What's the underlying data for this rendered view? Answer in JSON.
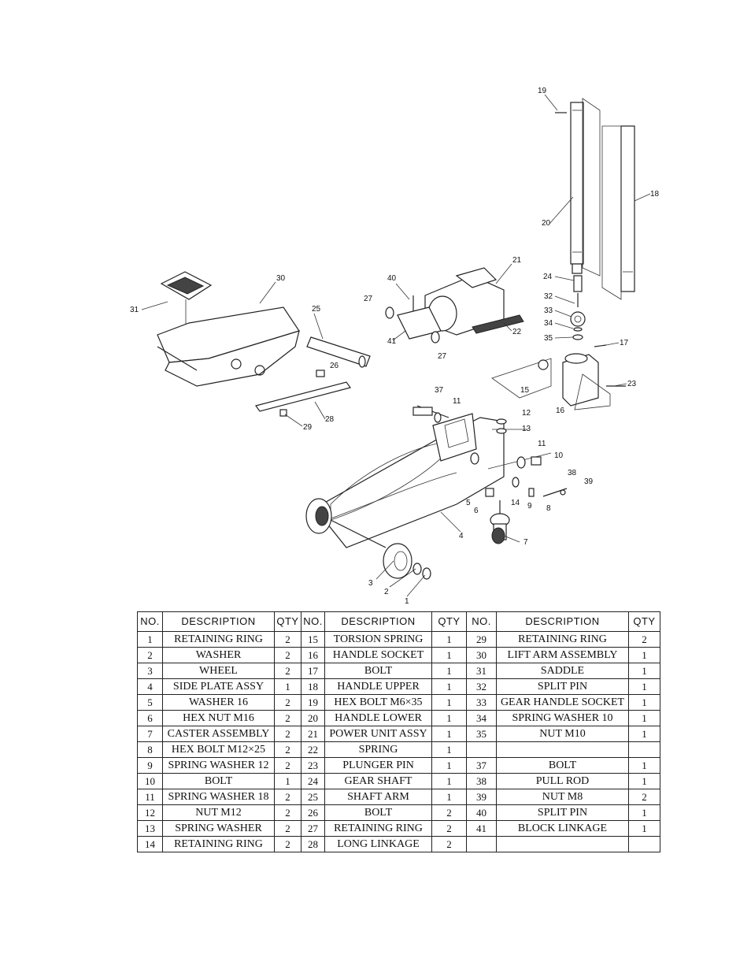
{
  "diagram": {
    "callouts": [
      "1",
      "2",
      "3",
      "4",
      "5",
      "6",
      "7",
      "8",
      "9",
      "10",
      "11",
      "11",
      "12",
      "13",
      "14",
      "15",
      "16",
      "17",
      "18",
      "19",
      "20",
      "21",
      "22",
      "23",
      "24",
      "25",
      "26",
      "27",
      "27",
      "28",
      "29",
      "30",
      "31",
      "32",
      "33",
      "34",
      "35",
      "37",
      "38",
      "39",
      "40",
      "41"
    ]
  },
  "table": {
    "headers": [
      "NO.",
      "DESCRIPTION",
      "QTY",
      "NO.",
      "DESCRIPTION",
      "QTY",
      "NO.",
      "DESCRIPTION",
      "QTY"
    ],
    "rows": [
      [
        "1",
        "RETAINING RING",
        "2",
        "15",
        "TORSION SPRING",
        "1",
        "29",
        "RETAINING RING",
        "2"
      ],
      [
        "2",
        "WASHER",
        "2",
        "16",
        "HANDLE SOCKET",
        "1",
        "30",
        "LIFT ARM ASSEMBLY",
        "1"
      ],
      [
        "3",
        "WHEEL",
        "2",
        "17",
        "BOLT",
        "1",
        "31",
        "SADDLE",
        "1"
      ],
      [
        "4",
        "SIDE PLATE ASSY",
        "1",
        "18",
        "HANDLE UPPER",
        "1",
        "32",
        "SPLIT PIN",
        "1"
      ],
      [
        "5",
        "WASHER 16",
        "2",
        "19",
        "HEX BOLT M6×35",
        "1",
        "33",
        "GEAR HANDLE SOCKET",
        "1"
      ],
      [
        "6",
        "HEX NUT M16",
        "2",
        "20",
        "HANDLE LOWER",
        "1",
        "34",
        "SPRING WASHER 10",
        "1"
      ],
      [
        "7",
        "CASTER ASSEMBLY",
        "2",
        "21",
        "POWER UNIT ASSY",
        "1",
        "35",
        "NUT M10",
        "1"
      ],
      [
        "8",
        "HEX BOLT M12×25",
        "2",
        "22",
        "SPRING",
        "1",
        "",
        "",
        ""
      ],
      [
        "9",
        "SPRING WASHER 12",
        "2",
        "23",
        "PLUNGER PIN",
        "1",
        "37",
        "BOLT",
        "1"
      ],
      [
        "10",
        "BOLT",
        "1",
        "24",
        "GEAR SHAFT",
        "1",
        "38",
        "PULL ROD",
        "1"
      ],
      [
        "11",
        "SPRING WASHER 18",
        "2",
        "25",
        "SHAFT ARM",
        "1",
        "39",
        "NUT M8",
        "2"
      ],
      [
        "12",
        "NUT M12",
        "2",
        "26",
        "BOLT",
        "2",
        "40",
        "SPLIT PIN",
        "1"
      ],
      [
        "13",
        "SPRING WASHER",
        "2",
        "27",
        "RETAINING RING",
        "2",
        "41",
        "BLOCK LINKAGE",
        "1"
      ],
      [
        "14",
        "RETAINING RING",
        "2",
        "28",
        "LONG LINKAGE",
        "2",
        "",
        "",
        ""
      ]
    ]
  }
}
